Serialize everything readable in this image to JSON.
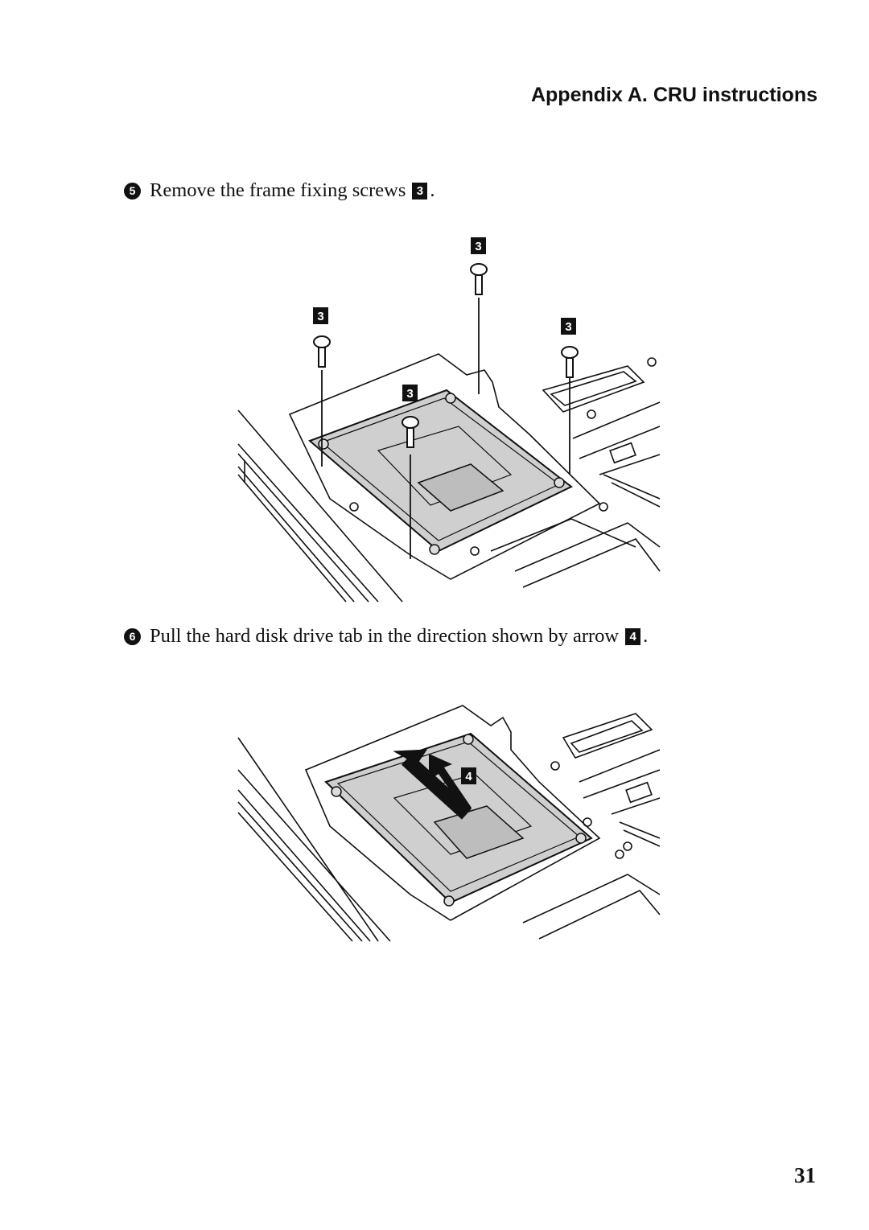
{
  "header": {
    "title": "Appendix A. CRU instructions"
  },
  "steps": [
    {
      "number": "5",
      "text": "Remove the frame fixing screws",
      "callout": "3",
      "end": "."
    },
    {
      "number": "6",
      "text": "Pull the hard disk drive tab in the direction shown by arrow",
      "callout": "4",
      "end": "."
    }
  ],
  "figure1": {
    "callouts": [
      "3",
      "3",
      "3",
      "3"
    ]
  },
  "figure2": {
    "callouts": [
      "4"
    ]
  },
  "page_number": "31"
}
